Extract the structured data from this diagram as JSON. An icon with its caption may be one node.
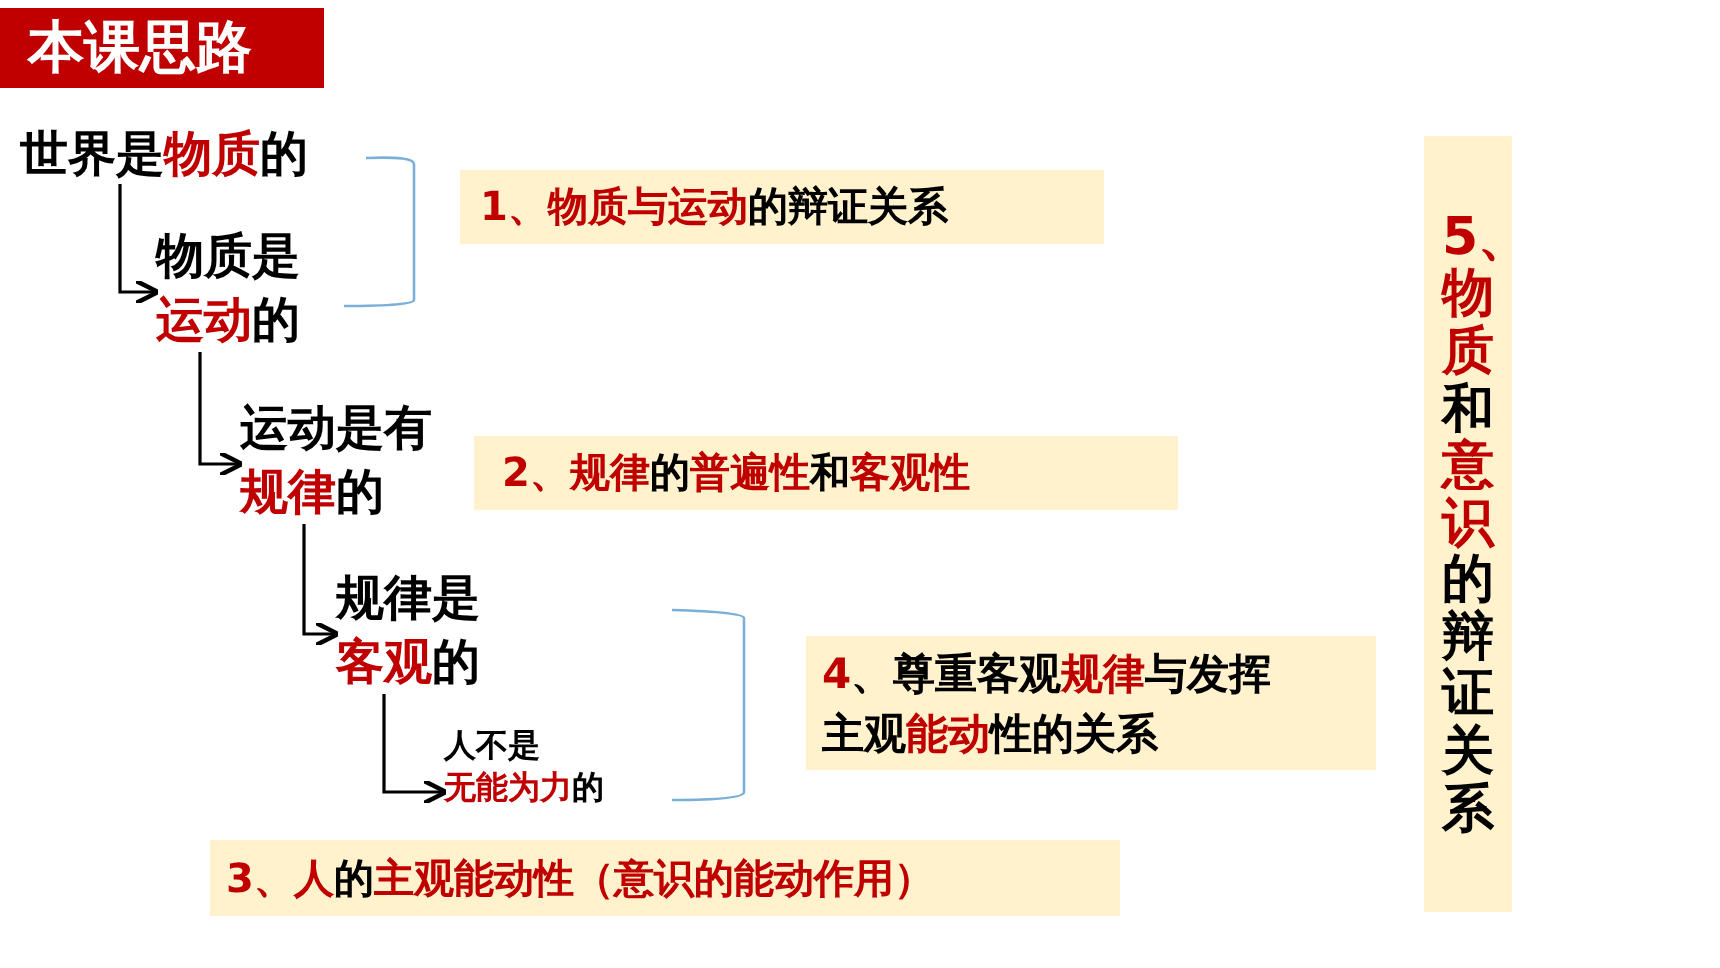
{
  "diagram": {
    "title": "本课思路",
    "nodes": [
      {
        "text": [
          "世界是**物质**的"
        ]
      },
      {
        "text": [
          "物质是**运动**的"
        ]
      },
      {
        "text": [
          "运动是有**规律**的"
        ]
      },
      {
        "text": [
          "规律是**客观**的"
        ]
      },
      {
        "text": [
          "人不是",
          "**无能为力**的"
        ]
      },
      {
        "text": [
          "**1、物质与运动**的辩证关系"
        ]
      },
      {
        "text": [
          "**2、规律**的**普遍性**和**客观性**"
        ]
      },
      {
        "text": [
          "**4**、尊重客观**规律**与发挥主观**能动**性的关系"
        ]
      },
      {
        "text": [
          "**3、人**的**主观能动性（意识的能动作用）**"
        ]
      },
      {
        "text": [
          "**5、物质**和**意识**的辩证关系"
        ]
      }
    ],
    "edges": [
      {
        "from": 0,
        "to": 1,
        "arrow": "to"
      },
      {
        "from": 1,
        "to": 2,
        "arrow": "to"
      },
      {
        "from": 2,
        "to": 3,
        "arrow": "to"
      },
      {
        "from": 3,
        "to": 4,
        "arrow": "to"
      }
    ]
  }
}
